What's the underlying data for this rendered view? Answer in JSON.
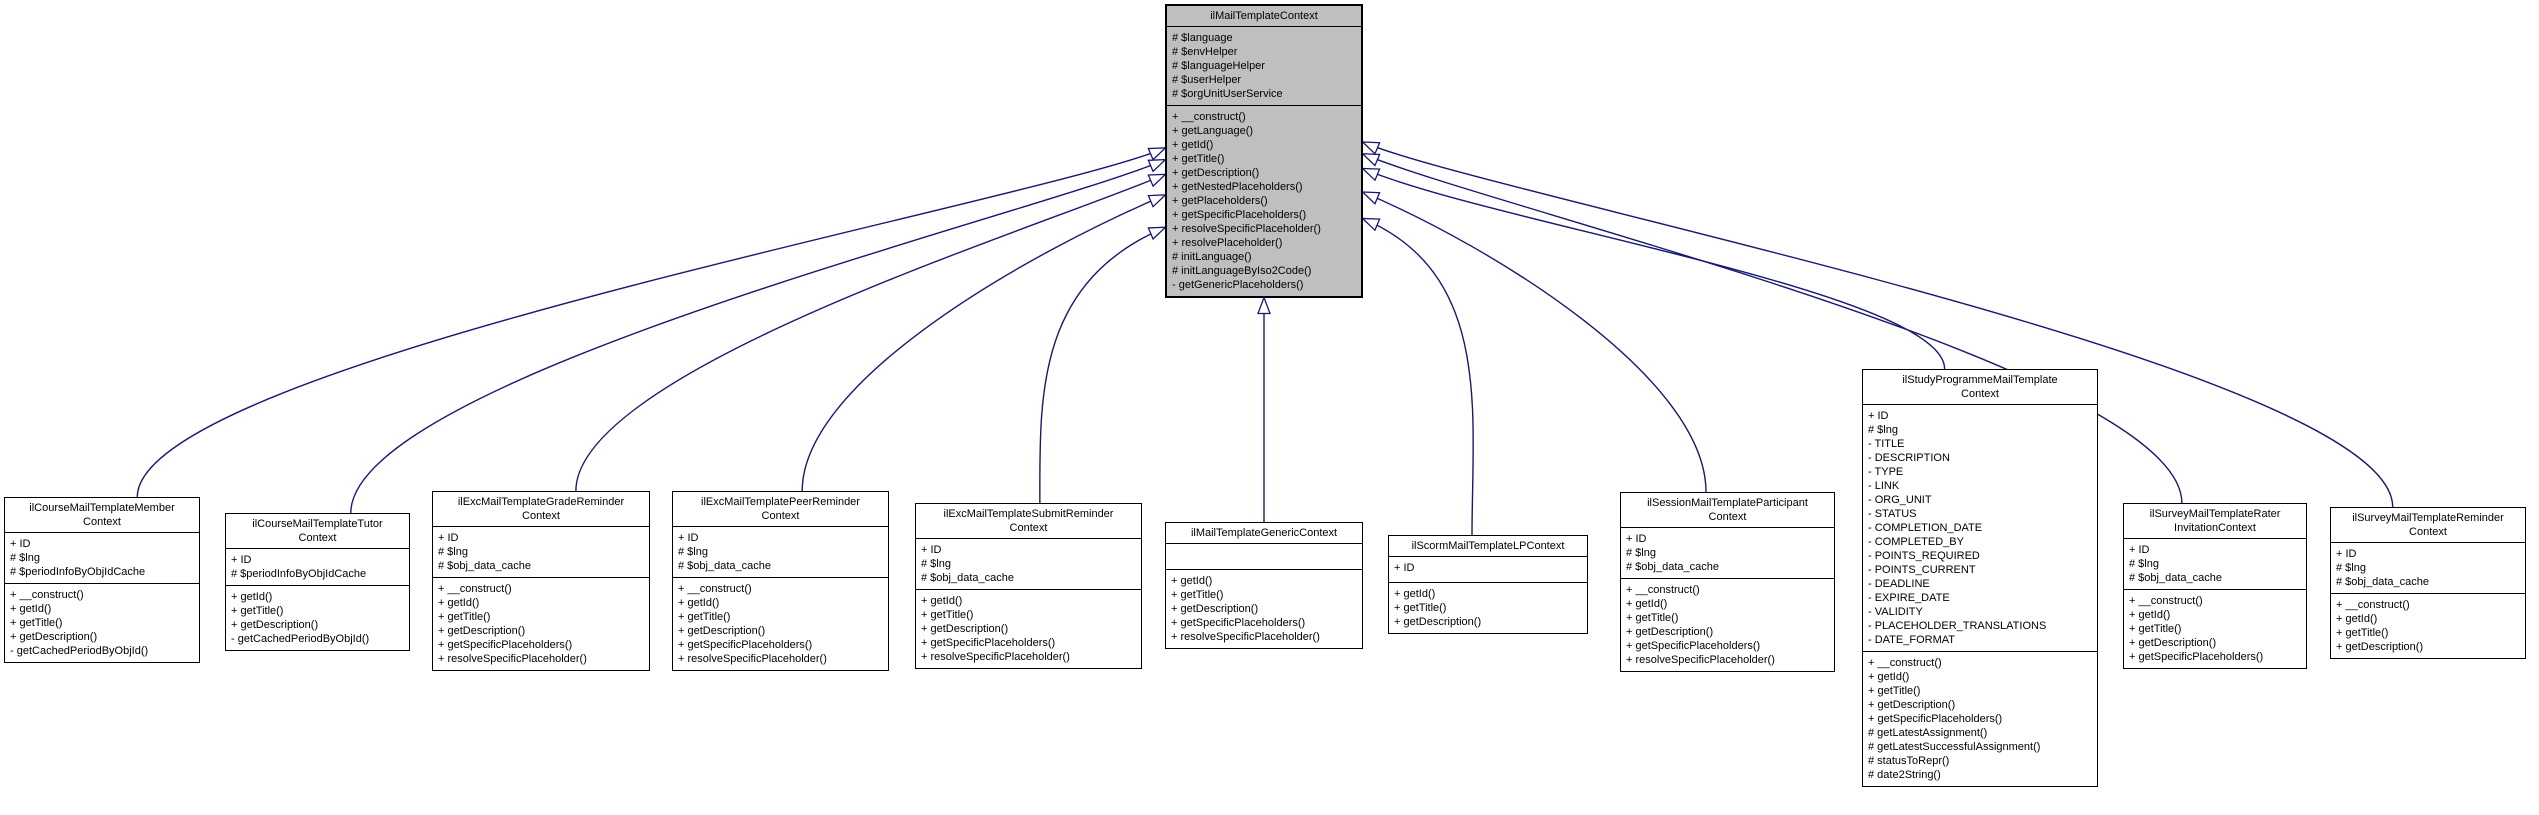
{
  "diagram": {
    "type": "uml-class-inheritance",
    "relation_type": "inheritance",
    "base_class": {
      "name": "ilMailTemplateContext",
      "title_lines": [
        "ilMailTemplateContext"
      ],
      "attributes": [
        "# $language",
        "# $envHelper",
        "# $languageHelper",
        "# $userHelper",
        "# $orgUnitUserService"
      ],
      "methods": [
        "+ __construct()",
        "+ getLanguage()",
        "+ getId()",
        "+ getTitle()",
        "+ getDescription()",
        "+ getNestedPlaceholders()",
        "+ getPlaceholders()",
        "+ getSpecificPlaceholders()",
        "+ resolveSpecificPlaceholder()",
        "+ resolvePlaceholder()",
        "# initLanguage()",
        "# initLanguageByIso2Code()",
        "- getGenericPlaceholders()"
      ]
    },
    "derived_classes": [
      {
        "name": "ilCourseMailTemplateMemberContext",
        "title_lines": [
          "ilCourseMailTemplateMember",
          "Context"
        ],
        "attributes": [
          "+ ID",
          "# $lng",
          "# $periodInfoByObjIdCache"
        ],
        "methods": [
          "+ __construct()",
          "+ getId()",
          "+ getTitle()",
          "+ getDescription()",
          "- getCachedPeriodByObjId()"
        ]
      },
      {
        "name": "ilCourseMailTemplateTutorContext",
        "title_lines": [
          "ilCourseMailTemplateTutor",
          "Context"
        ],
        "attributes": [
          "+ ID",
          "# $periodInfoByObjIdCache"
        ],
        "methods": [
          "+ getId()",
          "+ getTitle()",
          "+ getDescription()",
          "- getCachedPeriodByObjId()"
        ]
      },
      {
        "name": "ilExcMailTemplateGradeReminderContext",
        "title_lines": [
          "ilExcMailTemplateGradeReminder",
          "Context"
        ],
        "attributes": [
          "+ ID",
          "# $lng",
          "# $obj_data_cache"
        ],
        "methods": [
          "+ __construct()",
          "+ getId()",
          "+ getTitle()",
          "+ getDescription()",
          "+ getSpecificPlaceholders()",
          "+ resolveSpecificPlaceholder()"
        ]
      },
      {
        "name": "ilExcMailTemplatePeerReminderContext",
        "title_lines": [
          "ilExcMailTemplatePeerReminder",
          "Context"
        ],
        "attributes": [
          "+ ID",
          "# $lng",
          "# $obj_data_cache"
        ],
        "methods": [
          "+ __construct()",
          "+ getId()",
          "+ getTitle()",
          "+ getDescription()",
          "+ getSpecificPlaceholders()",
          "+ resolveSpecificPlaceholder()"
        ]
      },
      {
        "name": "ilExcMailTemplateSubmitReminderContext",
        "title_lines": [
          "ilExcMailTemplateSubmitReminder",
          "Context"
        ],
        "attributes": [
          "+ ID",
          "# $lng",
          "# $obj_data_cache"
        ],
        "methods": [
          "+ getId()",
          "+ getTitle()",
          "+ getDescription()",
          "+ getSpecificPlaceholders()",
          "+ resolveSpecificPlaceholder()"
        ]
      },
      {
        "name": "ilMailTemplateGenericContext",
        "title_lines": [
          "ilMailTemplateGenericContext"
        ],
        "attributes": [],
        "methods": [
          "+ getId()",
          "+ getTitle()",
          "+ getDescription()",
          "+ getSpecificPlaceholders()",
          "+ resolveSpecificPlaceholder()"
        ]
      },
      {
        "name": "ilScormMailTemplateLPContext",
        "title_lines": [
          "ilScormMailTemplateLPContext"
        ],
        "attributes": [
          "+ ID"
        ],
        "methods": [
          "+ getId()",
          "+ getTitle()",
          "+ getDescription()"
        ]
      },
      {
        "name": "ilSessionMailTemplateParticipantContext",
        "title_lines": [
          "ilSessionMailTemplateParticipant",
          "Context"
        ],
        "attributes": [
          "+ ID",
          "# $lng",
          "# $obj_data_cache"
        ],
        "methods": [
          "+ __construct()",
          "+ getId()",
          "+ getTitle()",
          "+ getDescription()",
          "+ getSpecificPlaceholders()",
          "+ resolveSpecificPlaceholder()"
        ]
      },
      {
        "name": "ilStudyProgrammeMailTemplateContext",
        "title_lines": [
          "ilStudyProgrammeMailTemplate",
          "Context"
        ],
        "attributes": [
          "+ ID",
          "# $lng",
          "- TITLE",
          "- DESCRIPTION",
          "- TYPE",
          "- LINK",
          "- ORG_UNIT",
          "- STATUS",
          "- COMPLETION_DATE",
          "- COMPLETED_BY",
          "- POINTS_REQUIRED",
          "- POINTS_CURRENT",
          "- DEADLINE",
          "- EXPIRE_DATE",
          "- VALIDITY",
          "- PLACEHOLDER_TRANSLATIONS",
          "- DATE_FORMAT"
        ],
        "methods": [
          "+ __construct()",
          "+ getId()",
          "+ getTitle()",
          "+ getDescription()",
          "+ getSpecificPlaceholders()",
          "# getLatestAssignment()",
          "# getLatestSuccessfulAssignment()",
          "# statusToRepr()",
          "# date2String()"
        ]
      },
      {
        "name": "ilSurveyMailTemplateRaterInvitationContext",
        "title_lines": [
          "ilSurveyMailTemplateRater",
          "InvitationContext"
        ],
        "attributes": [
          "+ ID",
          "# $lng",
          "# $obj_data_cache"
        ],
        "methods": [
          "+ __construct()",
          "+ getId()",
          "+ getTitle()",
          "+ getDescription()",
          "+ getSpecificPlaceholders()"
        ]
      },
      {
        "name": "ilSurveyMailTemplateReminderContext",
        "title_lines": [
          "ilSurveyMailTemplateReminder",
          "Context"
        ],
        "attributes": [
          "+ ID",
          "# $lng",
          "# $obj_data_cache"
        ],
        "methods": [
          "+ __construct()",
          "+ getId()",
          "+ getTitle()",
          "+ getDescription()"
        ]
      }
    ]
  },
  "colors": {
    "background": "#ffffff",
    "node_fill": "#ffffff",
    "focus_node_fill": "#bfbfbf",
    "node_border": "#000000",
    "edge": "#191970",
    "text": "#000000"
  }
}
